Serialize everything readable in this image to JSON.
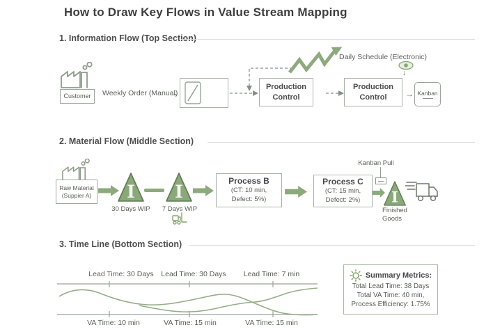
{
  "title": "How to Draw Key Flows in Value Stream Mapping",
  "colors": {
    "accent_green": "#8caa7c",
    "accent_green_dark": "#5f7a54",
    "curve_green": "#95ad86",
    "outline_gray_green": "#a9b3a9",
    "text_dark": "#474747",
    "text_muted": "#5b6057"
  },
  "icons": {
    "arrow_right": "→",
    "arrow_down": "↓"
  },
  "section1": {
    "heading": "1. Information Flow (Top Section)",
    "customer_label": "Customer",
    "weekly_order_label": "Weekly Order (Manual)",
    "daily_schedule_label": "Daily Schedule (Electronic)",
    "production_control_1": "Production\nControl",
    "production_control_2": "Production\nControl",
    "kanban_label": "Kanban"
  },
  "section2": {
    "heading": "2. Material Flow (Middle Section)",
    "raw_material_label": "Raw Material\n(Suppier A)",
    "inventory_symbol": "I",
    "wip_1_label": "30 Days WIP",
    "wip_2_label": "7 Days WIP",
    "process_b_name": "Process B",
    "process_b_detail": "(CT: 10 min,\nDefect: 5%)",
    "process_c_name": "Process C",
    "process_c_detail": "(CT: 15 min,\nDefect: 2%)",
    "kanban_pull_label": "Kanban Pull",
    "finished_goods_label": "Finished\nGoods"
  },
  "section3": {
    "heading": "3. Time Line (Bottom Section)",
    "lead_time_labels": [
      "Lead Time: 30 Days",
      "Lead Time: 30 Days",
      "Lead Time: 7 min"
    ],
    "va_time_labels": [
      "VA Time: 10 min",
      "VA Time: 15 min",
      "VA Time: 15 min"
    ]
  },
  "summary": {
    "heading": "Summary Metrics:",
    "metrics": [
      "Total Lead Time: 38 Days",
      "Total VA Time: 40 min,",
      "Process Efficiency: 1.75%"
    ]
  }
}
